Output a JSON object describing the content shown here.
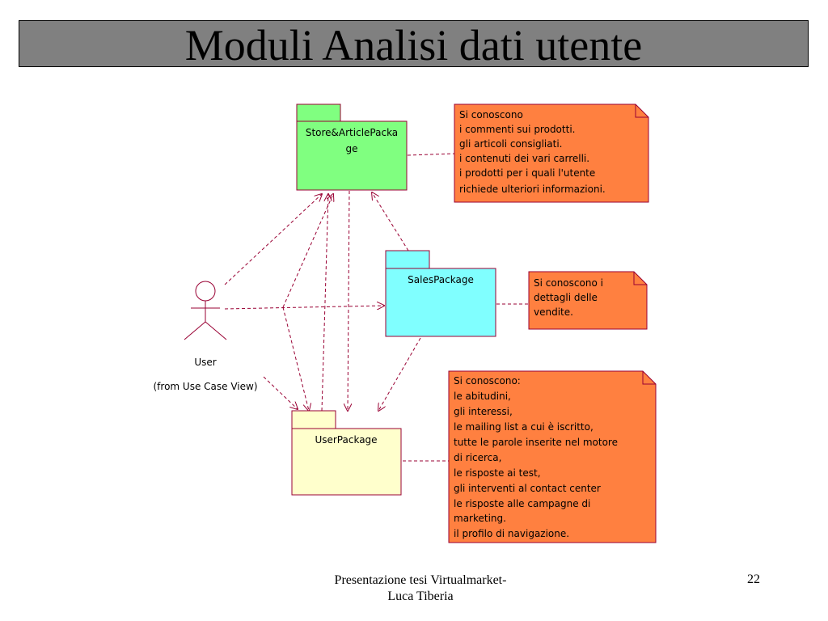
{
  "slide": {
    "title": "Moduli Analisi dati utente",
    "footer_line1": "Presentazione tesi Virtualmarket-",
    "footer_line2": "Luca Tiberia",
    "page_number": "22"
  },
  "diagram": {
    "actor": {
      "name": "User",
      "from": "(from Use Case View)"
    },
    "packages": {
      "store_line1": "Store&ArticlePacka",
      "store_line2": "ge",
      "sales": "SalesPackage",
      "user": "UserPackage"
    },
    "notes": {
      "store": [
        "Si conoscono",
        "i commenti sui prodotti.",
        "gli articoli consigliati.",
        "i contenuti dei vari carrelli.",
        "i prodotti per i quali l'utente",
        "richiede ulteriori informazioni."
      ],
      "sales": [
        "Si conoscono i",
        "dettagli delle",
        "vendite."
      ],
      "user": [
        "Si conoscono:",
        "le abitudini,",
        "gli interessi,",
        "le mailing list a cui è iscritto,",
        "tutte le parole inserite nel motore",
        "di ricerca,",
        "le risposte ai test,",
        "gli interventi al contact center",
        "le risposte alle campagne di",
        "marketing.",
        "il profilo di navigazione."
      ]
    },
    "colors": {
      "store_package": "#80ff80",
      "sales_package": "#80ffff",
      "user_package": "#ffffcc",
      "note": "#ff8040",
      "dependency": "#990033",
      "title_bar": "#808080"
    }
  }
}
